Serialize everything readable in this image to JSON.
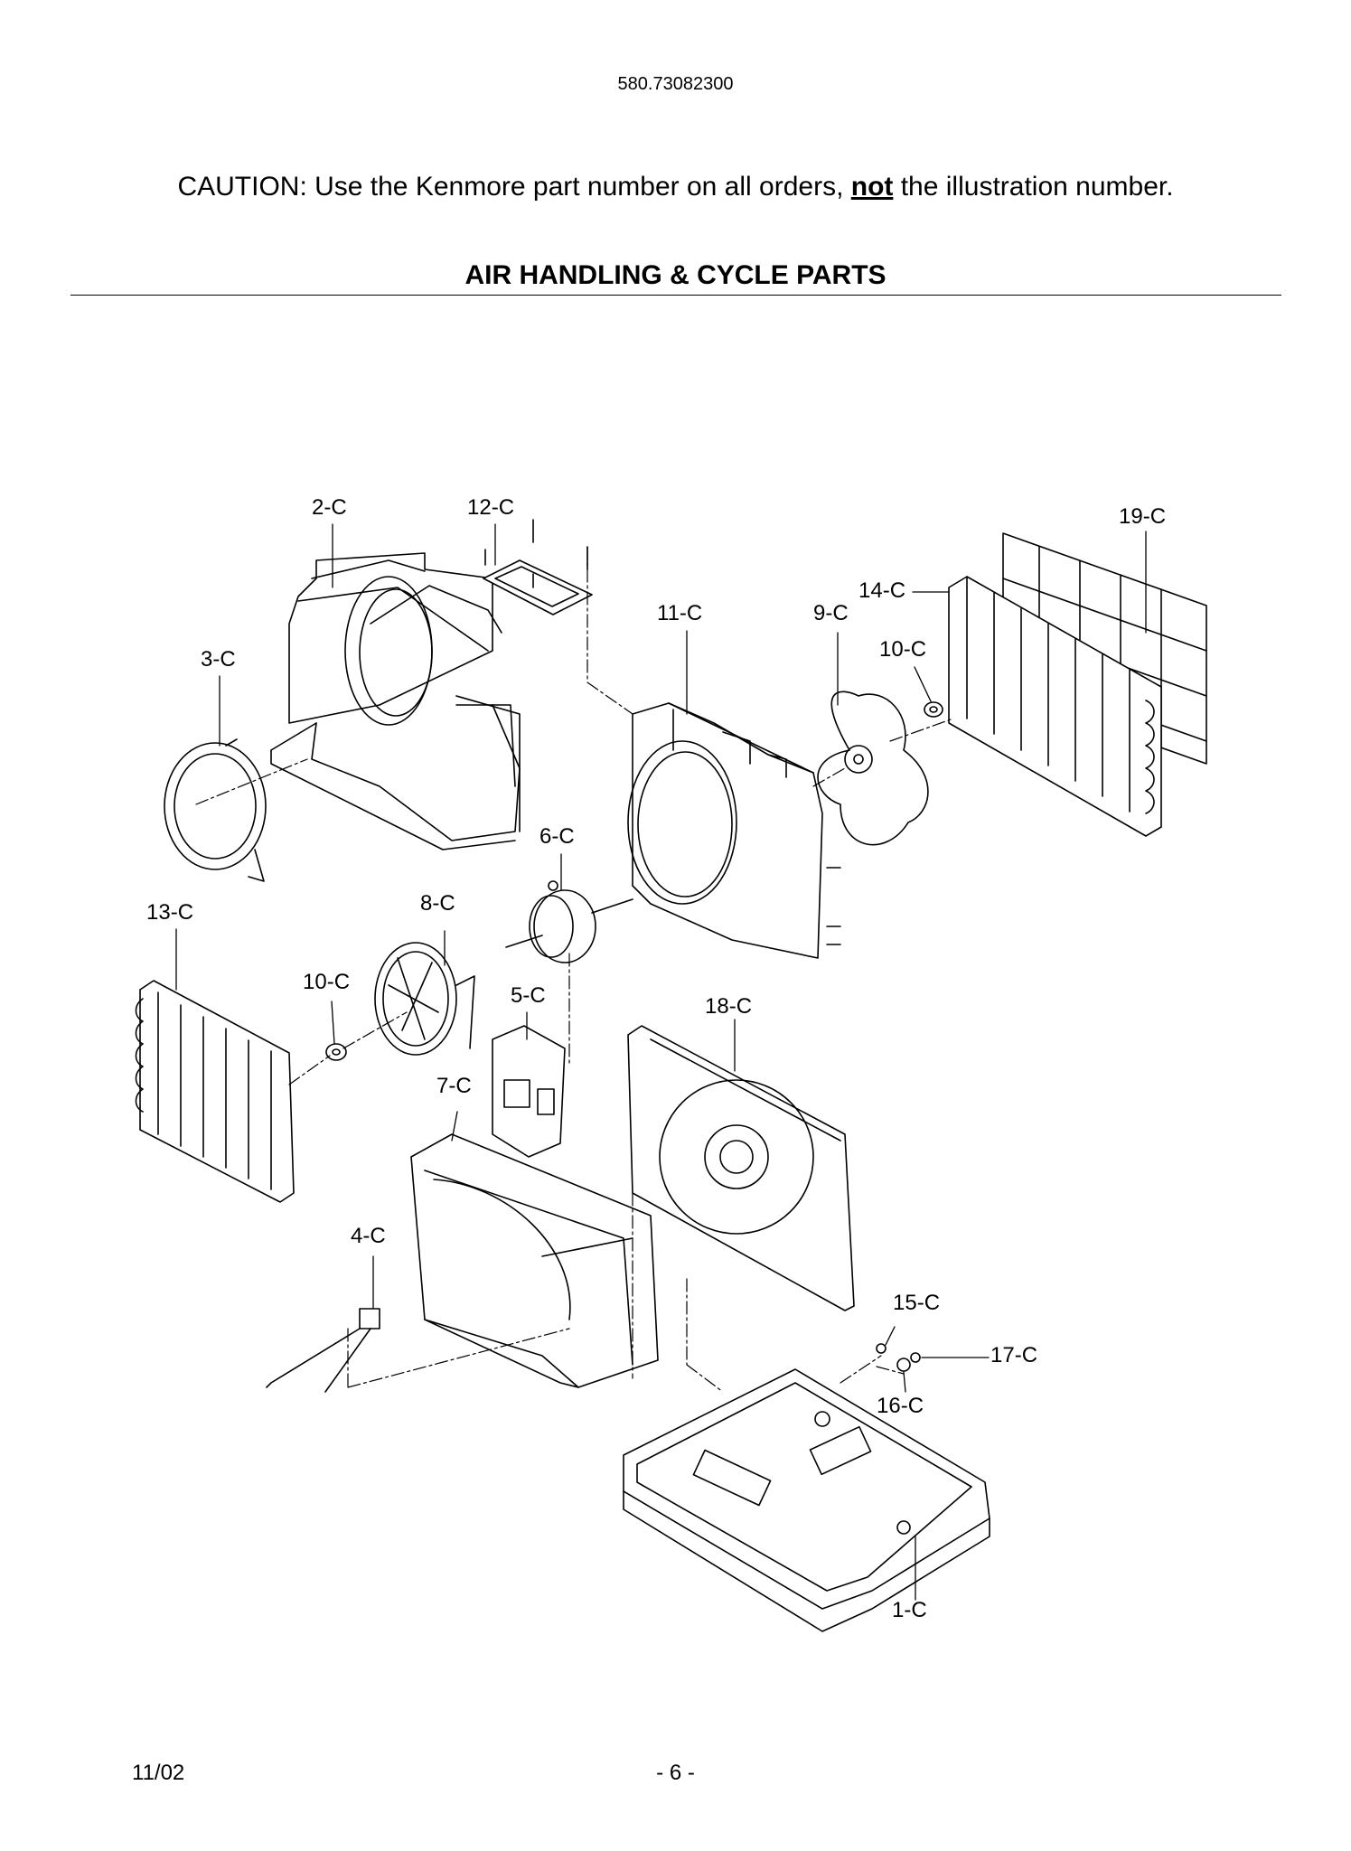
{
  "header": {
    "model_number": "580.73082300"
  },
  "caution": {
    "prefix": "CAUTION: Use the Kenmore part number on all orders, ",
    "emphasis": "not",
    "suffix": " the illustration number."
  },
  "section_title": "AIR HANDLING & CYCLE PARTS",
  "callouts": {
    "c1": "1-C",
    "c2": "2-C",
    "c3": "3-C",
    "c4": "4-C",
    "c5": "5-C",
    "c6": "6-C",
    "c7": "7-C",
    "c8": "8-C",
    "c9": "9-C",
    "c10a": "10-C",
    "c10b": "10-C",
    "c11": "11-C",
    "c12": "12-C",
    "c13": "13-C",
    "c14": "14-C",
    "c15": "15-C",
    "c16": "16-C",
    "c17": "17-C",
    "c18": "18-C",
    "c19": "19-C"
  },
  "footer": {
    "date": "11/02",
    "page": "- 6 -"
  }
}
